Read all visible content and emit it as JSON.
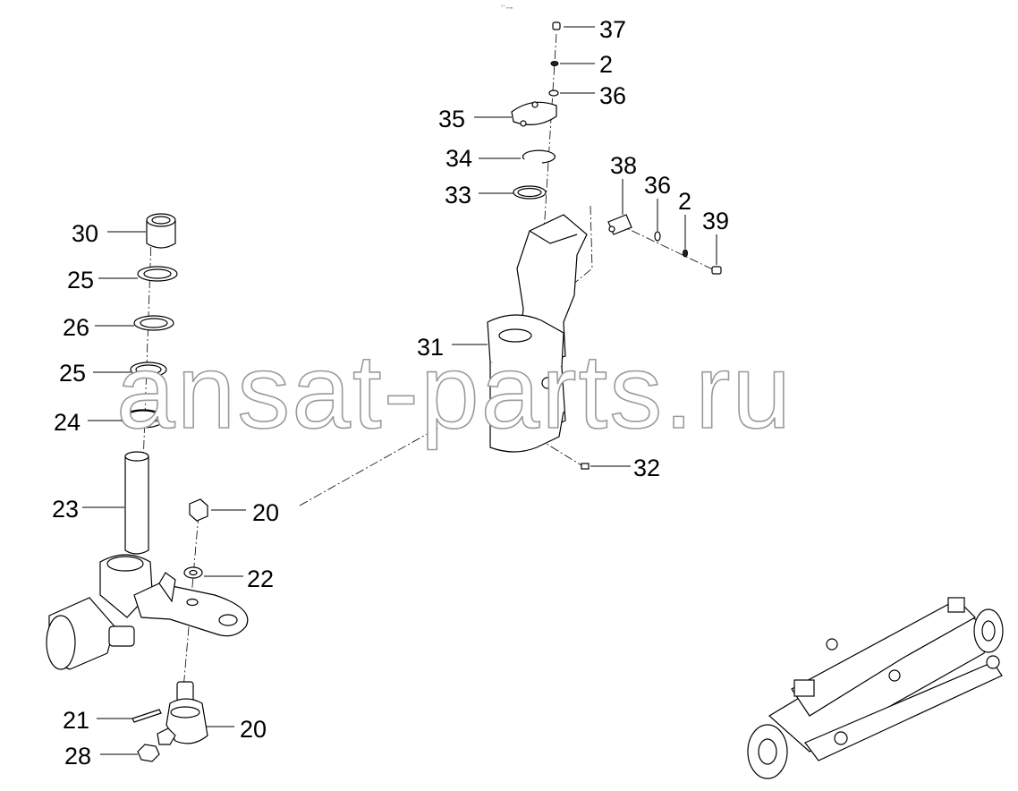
{
  "diagram": {
    "header_mark": "°° ₘₘ",
    "watermark": "ansat-parts.ru",
    "callouts": [
      {
        "id": "c37",
        "label": "37"
      },
      {
        "id": "c2a",
        "label": "2"
      },
      {
        "id": "c36a",
        "label": "36"
      },
      {
        "id": "c35",
        "label": "35"
      },
      {
        "id": "c34",
        "label": "34"
      },
      {
        "id": "c33",
        "label": "33"
      },
      {
        "id": "c38",
        "label": "38"
      },
      {
        "id": "c36b",
        "label": "36"
      },
      {
        "id": "c2b",
        "label": "2"
      },
      {
        "id": "c39",
        "label": "39"
      },
      {
        "id": "c30",
        "label": "30"
      },
      {
        "id": "c25a",
        "label": "25"
      },
      {
        "id": "c26",
        "label": "26"
      },
      {
        "id": "c25b",
        "label": "25"
      },
      {
        "id": "c24",
        "label": "24"
      },
      {
        "id": "c31",
        "label": "31"
      },
      {
        "id": "c32",
        "label": "32"
      },
      {
        "id": "c23",
        "label": "23"
      },
      {
        "id": "c20a",
        "label": "20"
      },
      {
        "id": "c22",
        "label": "22"
      },
      {
        "id": "c21",
        "label": "21"
      },
      {
        "id": "c20b",
        "label": "20"
      },
      {
        "id": "c28",
        "label": "28"
      }
    ],
    "colors": {
      "line": "#000000",
      "watermark_stroke": "#9a9a9a",
      "background": "#ffffff"
    }
  }
}
